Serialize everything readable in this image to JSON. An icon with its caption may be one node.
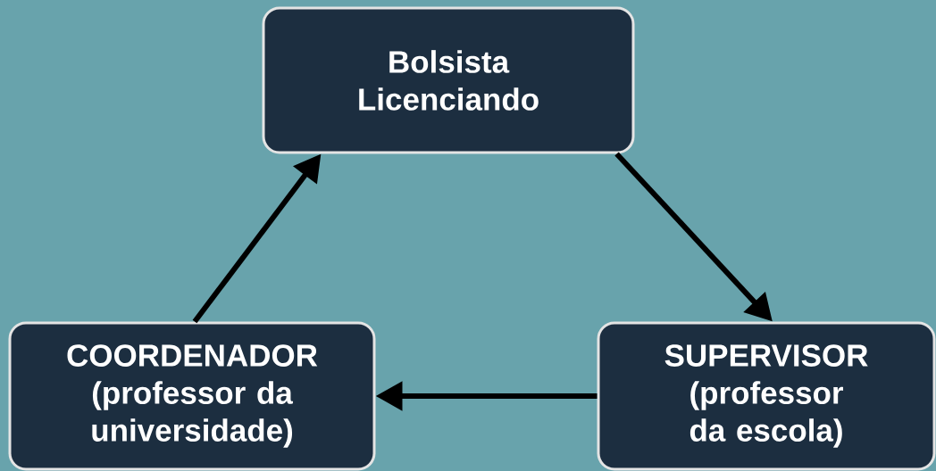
{
  "diagram": {
    "nodes": [
      {
        "text": [
          "Bolsista Licenciando"
        ]
      },
      {
        "text": [
          "COORDENADOR (professor da universidade)"
        ]
      },
      {
        "text": [
          "SUPERVISOR (professor da escola)"
        ]
      }
    ],
    "edges": [
      {
        "from": 0,
        "to": 2,
        "arrow": "to"
      },
      {
        "from": 2,
        "to": 1,
        "arrow": "to"
      },
      {
        "from": 1,
        "to": 0,
        "arrow": "to"
      }
    ]
  }
}
